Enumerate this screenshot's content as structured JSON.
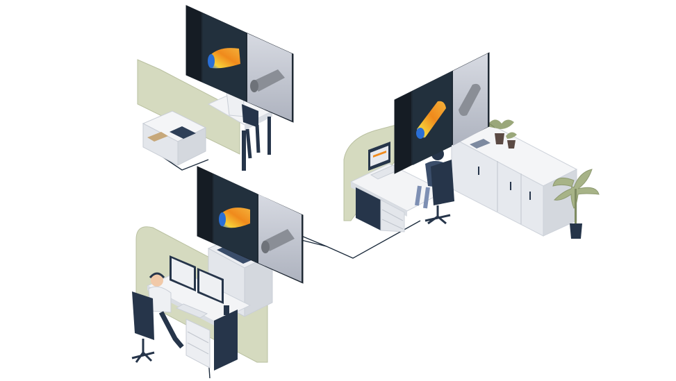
{
  "scene": {
    "workstations": [
      {
        "id": "top-left",
        "person": "engineer-at-desk"
      },
      {
        "id": "bottom-left",
        "person": "engineer-with-headset-dual-monitors"
      },
      {
        "id": "right",
        "person": "engineer-at-corner-desk"
      }
    ],
    "displays": [
      {
        "id": "display-top",
        "left_view": "heatmap-cylinder-orange",
        "right_view": "gray-part-model"
      },
      {
        "id": "display-middle",
        "left_view": "heatmap-cylinder-orange",
        "right_view": "gray-part-model"
      },
      {
        "id": "display-right",
        "left_view": "heatmap-cylinder-orange",
        "right_view": "gray-part-model"
      }
    ],
    "colors": {
      "partition": "#d5dabf",
      "partition_edge": "#b9c0a0",
      "desk_top": "#f3f4f6",
      "desk_side": "#d9dde3",
      "navy": "#26354a",
      "screen_bg": "#1f2a35",
      "screen_dark": "#151c24",
      "heat_orange": "#f08a1c",
      "heat_yellow": "#f7d23a",
      "heat_blue": "#2a6fd6",
      "gray_model": "#8a8e96",
      "network_line": "#1c2b3c",
      "plant_green": "#9aa77a"
    }
  }
}
